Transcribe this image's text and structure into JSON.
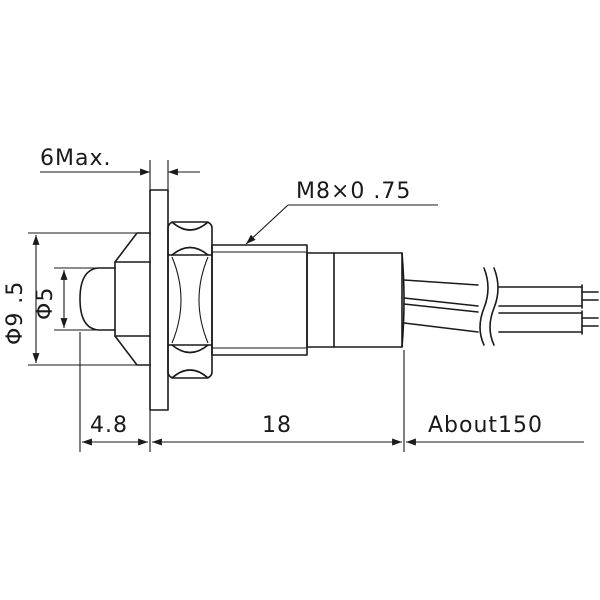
{
  "drawing": {
    "dimensions": {
      "panel_thickness": "6Max.",
      "thread": "M8×0 .75",
      "outer_diameter": "Φ9 .5",
      "lens_diameter": "Φ5",
      "lens_length": "4.8",
      "body_length": "18",
      "lead_length": "About150"
    }
  }
}
